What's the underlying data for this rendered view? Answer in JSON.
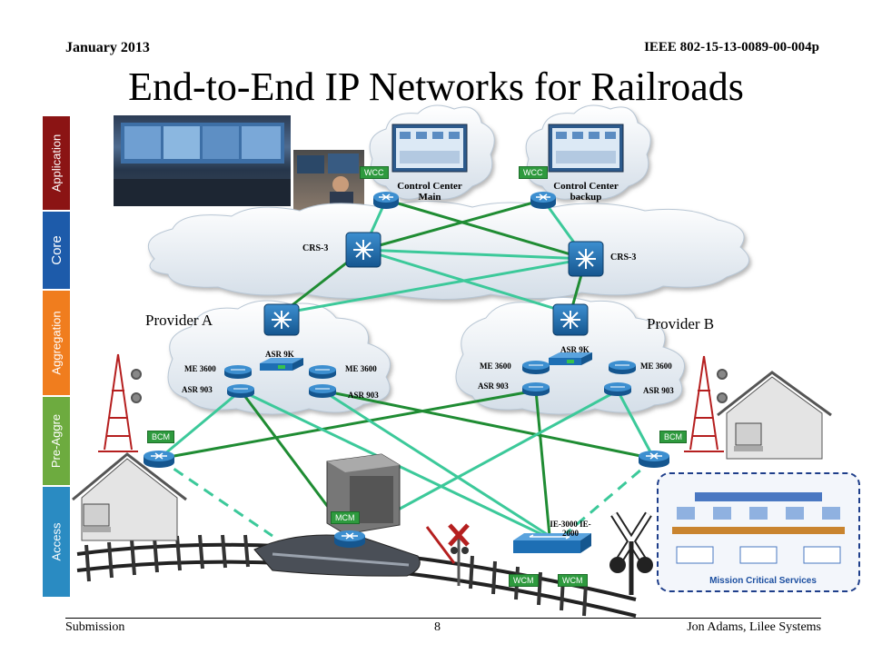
{
  "header": {
    "date": "January 2013",
    "doc_id": "IEEE 802-15-13-0089-00-004p"
  },
  "title": "End-to-End IP Networks for Railroads",
  "layers": {
    "application": "Application",
    "core": "Core",
    "aggregation": "Aggregation",
    "pre_aggregation": "Pre-Aggre",
    "access": "Access"
  },
  "control_centers": {
    "main": {
      "line1": "Control Center",
      "line2": "Main",
      "wcc": "WCC"
    },
    "backup": {
      "line1": "Control Center",
      "line2": "backup",
      "wcc": "WCC"
    }
  },
  "core_routers": {
    "left": "CRS-3",
    "right": "CRS-3"
  },
  "provider_a": {
    "name": "Provider A",
    "asr9k": "ASR 9K",
    "me_left": "ME 3600",
    "me_right": "ME 3600",
    "asr_left": "ASR 903",
    "asr_right": "ASR 903"
  },
  "provider_b": {
    "name": "Provider B",
    "asr9k": "ASR 9K",
    "me_left": "ME 3600",
    "me_right": "ME 3600",
    "asr_left": "ASR 903",
    "asr_right": "ASR 903"
  },
  "access": {
    "bcm_left": "BCM",
    "bcm_right": "BCM",
    "mcm": "MCM",
    "ie_switch": "IE-3000 IE-2000",
    "wcm_left": "WCM",
    "wcm_right": "WCM"
  },
  "mission_critical": "Mission Critical Services",
  "footer": {
    "left": "Submission",
    "page": "8",
    "right": "Jon Adams, Lilee Systems"
  },
  "colors": {
    "link_green": "#1f8c33",
    "link_teal": "#3cc99a",
    "application": "#8b1414",
    "core": "#1d5baa",
    "aggregation": "#f07d1e",
    "pre_aggregation": "#6dab3f",
    "access": "#2a8bc2",
    "router": "#1e6fb4"
  }
}
